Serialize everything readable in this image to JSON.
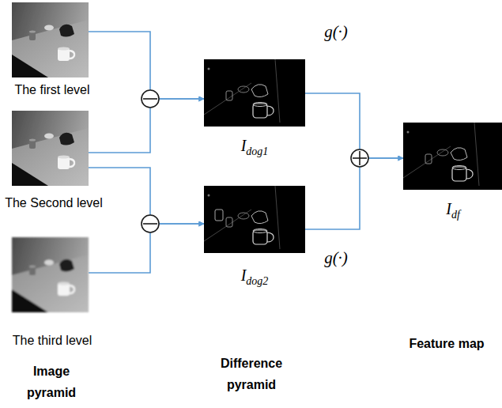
{
  "diagram": {
    "nodes": [
      {
        "text": [
          "The first level"
        ]
      },
      {
        "text": [
          "The Second level"
        ]
      },
      {
        "text": [
          "The third level"
        ]
      },
      {
        "text": [
          "Idog1"
        ]
      },
      {
        "text": [
          "Idog2"
        ]
      },
      {
        "text": [
          "Idf"
        ]
      }
    ],
    "edges": [
      {
        "from": 0,
        "to": 3,
        "arrow": "to"
      },
      {
        "from": 1,
        "to": 3,
        "arrow": "to"
      },
      {
        "from": 1,
        "to": 4,
        "arrow": "to"
      },
      {
        "from": 2,
        "to": 4,
        "arrow": "to"
      },
      {
        "from": 3,
        "to": 5,
        "arrow": "to",
        "label": "g(·)"
      },
      {
        "from": 4,
        "to": 5,
        "arrow": "to",
        "label": "g(·)"
      }
    ],
    "labels": [
      "Image pyramid",
      "Difference pyramid",
      "Feature map"
    ]
  }
}
